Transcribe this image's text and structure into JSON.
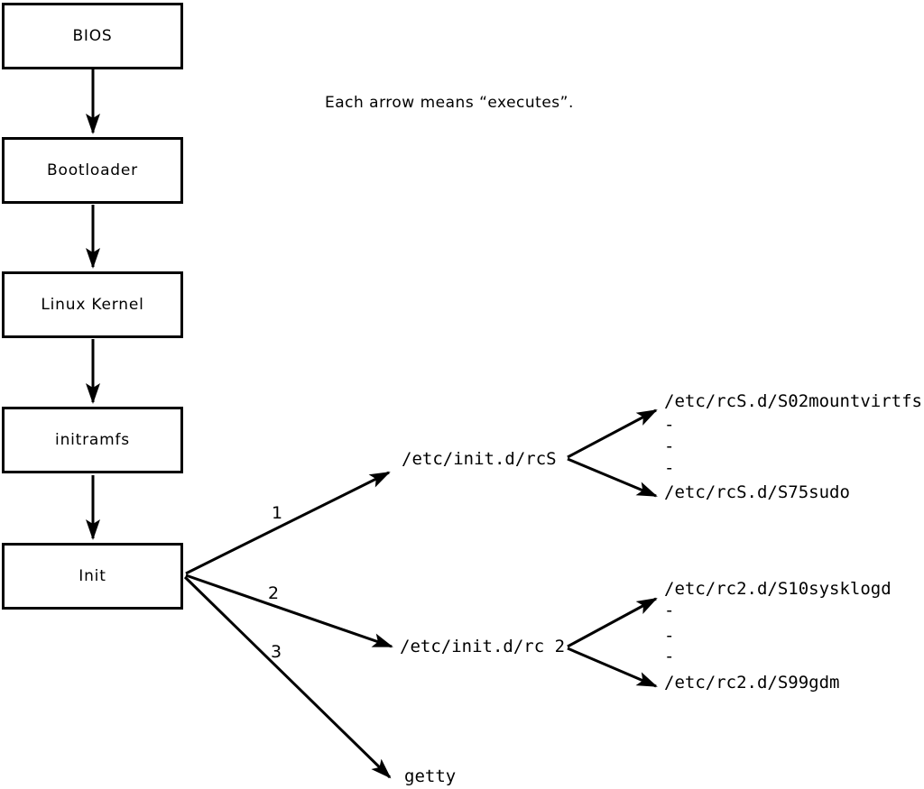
{
  "diagram": {
    "title_note": "Each arrow means “executes”.",
    "colors": {
      "background": "#ffffff",
      "stroke": "#000000",
      "text": "#000000"
    },
    "boot_stages": [
      {
        "label": "BIOS"
      },
      {
        "label": "Bootloader"
      },
      {
        "label": "Linux Kernel"
      },
      {
        "label": "initramfs"
      },
      {
        "label": "Init"
      }
    ],
    "init_branches": [
      {
        "order": "1",
        "target": "/etc/init.d/rcS"
      },
      {
        "order": "2",
        "target": "/etc/init.d/rc 2"
      },
      {
        "order": "3",
        "target": "getty"
      }
    ],
    "rcS_scripts": {
      "first": "/etc/rcS.d/S02mountvirtfs",
      "dots": [
        "-",
        "-",
        "-"
      ],
      "last": "/etc/rcS.d/S75sudo"
    },
    "rc2_scripts": {
      "first": "/etc/rc2.d/S10sysklogd",
      "dots": [
        "-",
        "-",
        "-"
      ],
      "last": "/etc/rc2.d/S99gdm"
    }
  }
}
